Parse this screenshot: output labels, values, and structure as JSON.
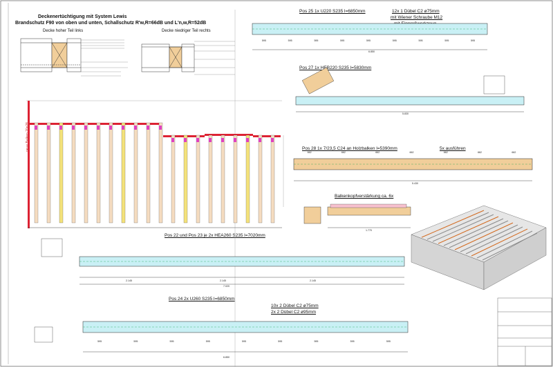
{
  "floor_detail": {
    "title_1": "Deckenertüchtigung mit System Lewis",
    "title_2": "Brandschutz F90 von oben und unten, Schallschutz R'w,R=66dB und L'n,w,R=52dB",
    "label_left": "Decke hoher Teil links",
    "label_right": "Decke niedriger Teil rechts"
  },
  "plan": {
    "rotated_label": "neue Balken 20x28"
  },
  "beams": {
    "pos25": {
      "title": "Pos 25 1x U220 S235  l=6850mm",
      "bays": [
        "595",
        "595",
        "595",
        "595",
        "595",
        "595",
        "595",
        "595",
        "595"
      ],
      "total": "6.850"
    },
    "pos27": {
      "title": "Pos 27 1x HEB220 S235  l=5830mm",
      "total": "5.830"
    },
    "pos28": {
      "title": "Pos 28 1x 7/23,5 C24 an Holzbalken  l=5390mm",
      "note": "5x ausführen",
      "bays": [
        "662",
        "662",
        "662",
        "662",
        "662",
        "662",
        "662"
      ],
      "total": "5.430"
    },
    "pos22_23": {
      "title": "Pos 22 und Pos 23 je 2x HEA260 S235  l=7020mm",
      "segments": [
        "2.145",
        "2.145",
        "2.145"
      ],
      "total": "7.020"
    },
    "pos24": {
      "title": "Pos 24 2x U260 S235  l=6850mm",
      "bays": [
        "595",
        "595",
        "595",
        "595",
        "595",
        "595",
        "595",
        "595",
        "595"
      ],
      "total": "6.850"
    },
    "balkenkopf": {
      "title": "Balkenkopfverstärkung ca. 6x",
      "dim": "1.770"
    }
  },
  "anchors": {
    "note_top_1": "12x 1 Dübel C2 ø75mm",
    "note_top_2": "mit Wiener Schraube M12",
    "note_top_3": "mit Einpreßwerkzeug",
    "note_bottom_1": "10x 2 Dübel C2 ø75mm",
    "note_bottom_2": "2x 2 Dübel C2 ø95mm"
  },
  "title_block": {
    "sheet": "A7"
  },
  "colors": {
    "line": "#222222",
    "dimension": "#cc2222",
    "beam_fill": "#c9f0f5",
    "wood": "#f1ce9a",
    "marker": "#e040c0"
  }
}
